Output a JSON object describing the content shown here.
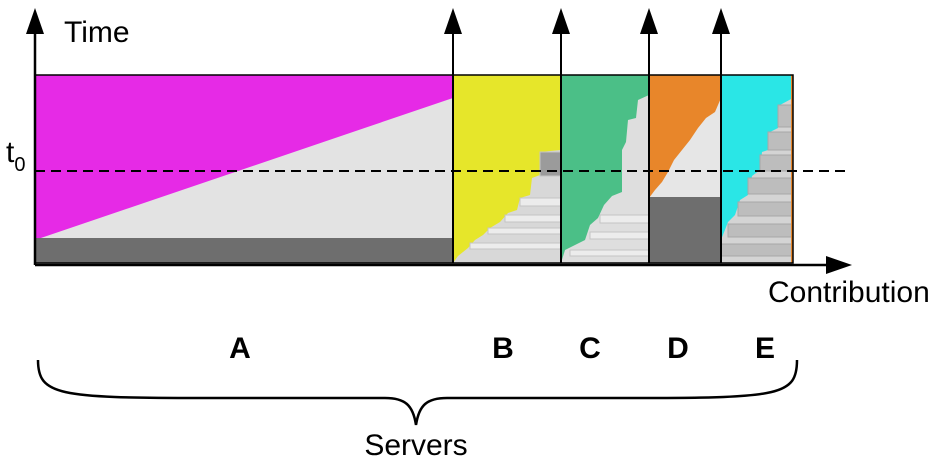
{
  "axes": {
    "y_label": "Time",
    "x_label": "Contribution",
    "t0_base": "t",
    "t0_sub": "0"
  },
  "servers": {
    "group_label": "Servers",
    "items": [
      {
        "label": "A",
        "color": "#e62ae6"
      },
      {
        "label": "B",
        "color": "#e6e62a"
      },
      {
        "label": "C",
        "color": "#4bbf87"
      },
      {
        "label": "D",
        "color": "#e8862a"
      },
      {
        "label": "E",
        "color": "#2ae6e6"
      }
    ]
  },
  "colors": {
    "light_gray": "#e3e3e3",
    "dark_gray": "#6e6e6e",
    "mid_gray": "#a5a5a5"
  }
}
